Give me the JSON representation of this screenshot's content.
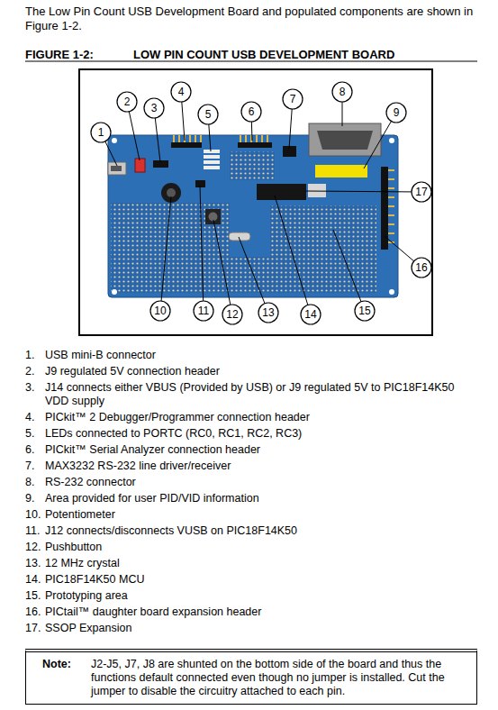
{
  "diagram": {
    "title": "LOW PIN COUNT USB DEVELOPMENT BOARD",
    "nodes": [
      {
        "text": [
          "1"
        ]
      },
      {
        "text": [
          "2"
        ]
      },
      {
        "text": [
          "3"
        ]
      },
      {
        "text": [
          "4"
        ]
      },
      {
        "text": [
          "5"
        ]
      },
      {
        "text": [
          "6"
        ]
      },
      {
        "text": [
          "7"
        ]
      },
      {
        "text": [
          "8"
        ]
      },
      {
        "text": [
          "9"
        ]
      },
      {
        "text": [
          "10"
        ]
      },
      {
        "text": [
          "11"
        ]
      },
      {
        "text": [
          "12"
        ]
      },
      {
        "text": [
          "13"
        ]
      },
      {
        "text": [
          "14"
        ]
      },
      {
        "text": [
          "15"
        ]
      },
      {
        "text": [
          "16"
        ]
      },
      {
        "text": [
          "17"
        ]
      },
      {
        "text": [
          "Note:",
          "J2-J5, J7, J8 are shunted on the bottom side of the board and thus the functions default connected even though no jumper is installed. Cut the jumper to disable the circuitry attached to each pin."
        ]
      }
    ],
    "labels": [
      "The Low Pin Count USB Development Board and populated components are shown in Figure 1-2.",
      "FIGURE 1-2:",
      "1.",
      "USB mini-B connector",
      "2.",
      "J9 regulated 5V connection header",
      "3.",
      "J14 connects either VBUS (Provided by USB) or J9 regulated 5V to PIC18F14K50 VDD supply",
      "4.",
      "PICkit™ 2 Debugger/Programmer connection header",
      "5.",
      "LEDs connected to PORTC (RC0, RC1, RC2, RC3)",
      "6.",
      "PICkit™ Serial Analyzer connection header",
      "7.",
      "MAX3232 RS-232 line driver/receiver",
      "8.",
      "RS-232 connector",
      "9.",
      "Area provided for user PID/VID information",
      "10.",
      "Potentiometer",
      "11.",
      "J12 connects/disconnects VUSB on PIC18F14K50",
      "12.",
      "Pushbutton",
      "13.",
      "12 MHz crystal",
      "14.",
      "PIC18F14K50 MCU",
      "15.",
      "Prototyping area",
      "16.",
      "PICtail™ daughter board expansion header",
      "17.",
      "SSOP Expansion"
    ]
  }
}
